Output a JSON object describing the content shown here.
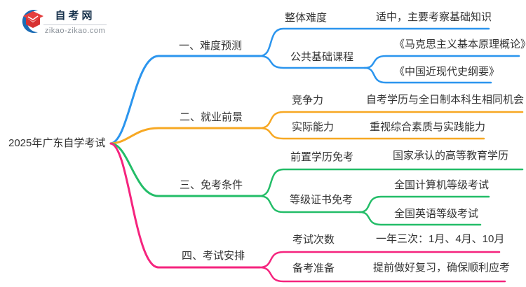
{
  "colors": {
    "blue": "#2B95EE",
    "orange": "#F7A823",
    "green": "#23BD68",
    "pink": "#F5247E",
    "text": "#333333"
  },
  "logo": {
    "title": "自考网",
    "domain": "zikao-zikao.com"
  },
  "mindmap": {
    "root": "2025年广东自学考试",
    "branches": [
      {
        "label": "一、难度预测",
        "color": "blue",
        "children": [
          {
            "label": "整体难度",
            "children": [
              {
                "label": "适中，主要考察基础知识"
              }
            ]
          },
          {
            "label": "公共基础课程",
            "children": [
              {
                "label": "《马克思主义基本原理概论》"
              },
              {
                "label": "《中国近现代史纲要》"
              }
            ]
          }
        ]
      },
      {
        "label": "二、就业前景",
        "color": "orange",
        "children": [
          {
            "label": "竞争力",
            "children": [
              {
                "label": "自考学历与全日制本科生相同机会"
              }
            ]
          },
          {
            "label": "实际能力",
            "children": [
              {
                "label": "重视综合素质与实践能力"
              }
            ]
          }
        ]
      },
      {
        "label": "三、免考条件",
        "color": "green",
        "children": [
          {
            "label": "前置学历免考",
            "children": [
              {
                "label": "国家承认的高等教育学历"
              }
            ]
          },
          {
            "label": "等级证书免考",
            "children": [
              {
                "label": "全国计算机等级考试"
              },
              {
                "label": "全国英语等级考试"
              }
            ]
          }
        ]
      },
      {
        "label": "四、考试安排",
        "color": "pink",
        "children": [
          {
            "label": "考试次数",
            "children": [
              {
                "label": "一年三次：1月、4月、10月"
              }
            ]
          },
          {
            "label": "备考准备",
            "children": [
              {
                "label": "提前做好复习，确保顺利应考"
              }
            ]
          }
        ]
      }
    ]
  }
}
